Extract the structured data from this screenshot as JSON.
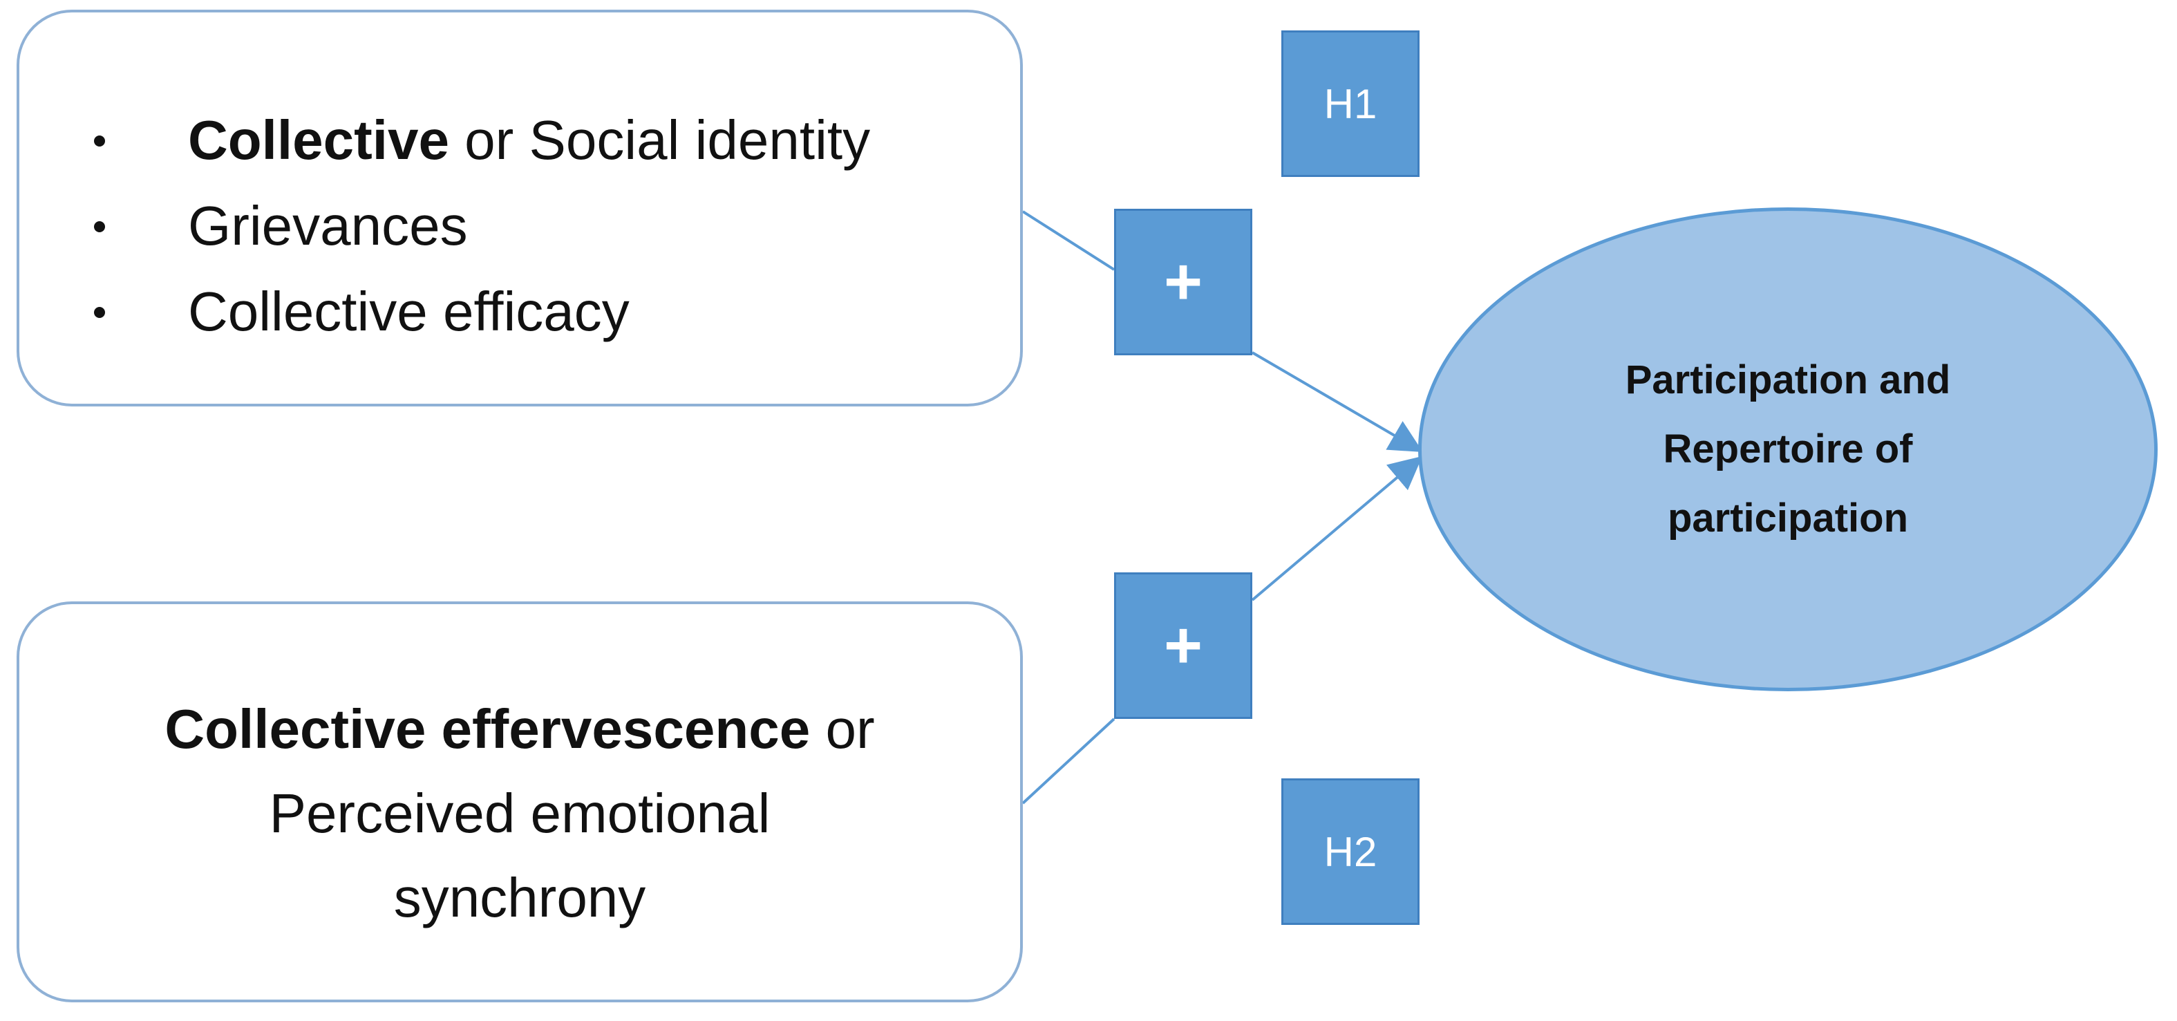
{
  "colors": {
    "box_border": "#8fb1d6",
    "square_fill": "#5b9bd5",
    "ellipse_fill": "#9fc3e7",
    "ellipse_border": "#5b9bd5",
    "connector": "#5b9bd5"
  },
  "top_box": {
    "items": [
      {
        "bold": "Collective",
        "rest": " or Social identity"
      },
      {
        "bold": "",
        "rest": "Grievances"
      },
      {
        "bold": "",
        "rest": "Collective efficacy"
      }
    ]
  },
  "bottom_box": {
    "line1_bold": "Collective effervescence",
    "line1_rest": " or",
    "line2": "Perceived emotional",
    "line3": "synchrony"
  },
  "signs": {
    "top": "+",
    "bottom": "+"
  },
  "hypotheses": {
    "h1": "H1",
    "h2": "H2"
  },
  "outcome": {
    "line1": "Participation and",
    "line2": "Repertoire of",
    "line3": "participation"
  }
}
